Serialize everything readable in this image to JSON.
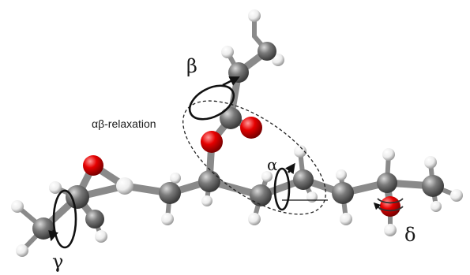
{
  "labels": {
    "beta": "β",
    "alpha": "α",
    "gamma": "γ",
    "delta": "δ",
    "relaxation": "αβ-relaxation"
  },
  "colors": {
    "carbon": "#6e6e6e",
    "oxygen": "#e00000",
    "hydrogen": "#ffffff",
    "bond": "#8a8a8a",
    "arrow": "#111111",
    "background": "#ffffff"
  }
}
